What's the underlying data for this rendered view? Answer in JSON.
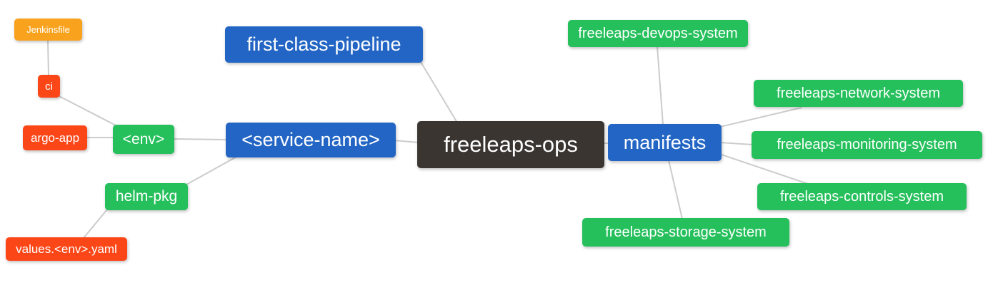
{
  "diagram": {
    "type": "mindmap",
    "root": "freeleaps-ops",
    "colors": {
      "root_dark": "#3a3531",
      "branch_blue": "#2265c4",
      "leaf_green": "#25c05c",
      "leaf_red": "#fb4718",
      "leaf_orange": "#f9a21d",
      "edge_line": "#cccccc",
      "text": "#ffffff",
      "background": "#ffffff"
    },
    "nodes": {
      "jenkinsfile": {
        "label": "Jenkinsfile",
        "color": "#f9a21d"
      },
      "ci": {
        "label": "ci",
        "color": "#fb4718"
      },
      "argo_app": {
        "label": "argo-app",
        "color": "#fb4718"
      },
      "env": {
        "label": "<env>",
        "color": "#25c05c"
      },
      "helm_pkg": {
        "label": "helm-pkg",
        "color": "#25c05c"
      },
      "values_env_yaml": {
        "label": "values.<env>.yaml",
        "color": "#fb4718"
      },
      "first_class_pipeline": {
        "label": "first-class-pipeline",
        "color": "#2265c4"
      },
      "service_name": {
        "label": "<service-name>",
        "color": "#2265c4"
      },
      "freeleaps_ops": {
        "label": "freeleaps-ops",
        "color": "#3a3531"
      },
      "manifests": {
        "label": "manifests",
        "color": "#2265c4"
      },
      "devops_system": {
        "label": "freeleaps-devops-system",
        "color": "#25c05c"
      },
      "network_system": {
        "label": "freeleaps-network-system",
        "color": "#25c05c"
      },
      "monitoring_system": {
        "label": "freeleaps-monitoring-system",
        "color": "#25c05c"
      },
      "controls_system": {
        "label": "freeleaps-controls-system",
        "color": "#25c05c"
      },
      "storage_system": {
        "label": "freeleaps-storage-system",
        "color": "#25c05c"
      }
    },
    "edges": [
      {
        "from": "jenkinsfile",
        "to": "ci"
      },
      {
        "from": "ci",
        "to": "env"
      },
      {
        "from": "argo_app",
        "to": "env"
      },
      {
        "from": "env",
        "to": "service_name"
      },
      {
        "from": "helm_pkg",
        "to": "service_name"
      },
      {
        "from": "values_env_yaml",
        "to": "helm_pkg"
      },
      {
        "from": "first_class_pipeline",
        "to": "freeleaps_ops"
      },
      {
        "from": "service_name",
        "to": "freeleaps_ops"
      },
      {
        "from": "freeleaps_ops",
        "to": "manifests"
      },
      {
        "from": "manifests",
        "to": "devops_system"
      },
      {
        "from": "manifests",
        "to": "network_system"
      },
      {
        "from": "manifests",
        "to": "monitoring_system"
      },
      {
        "from": "manifests",
        "to": "controls_system"
      },
      {
        "from": "manifests",
        "to": "storage_system"
      }
    ]
  }
}
